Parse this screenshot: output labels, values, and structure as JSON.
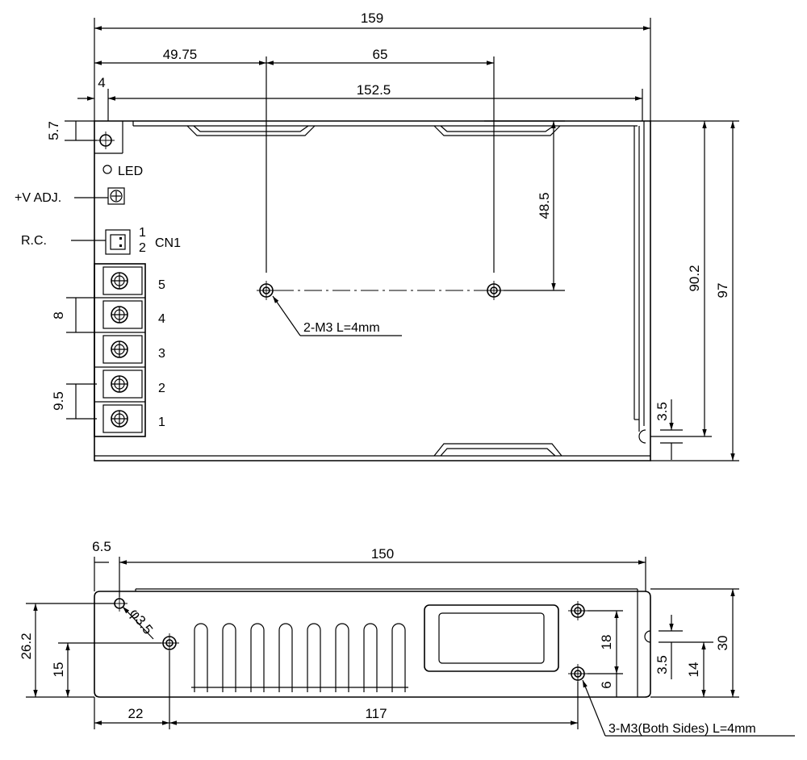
{
  "top_view": {
    "dims": {
      "overall_length": "159",
      "hole_x_offset": "49.75",
      "hole_spacing": "65",
      "inner_length": "152.5",
      "left_gap": "4",
      "top_hole_offset": "5.7",
      "hole_y_offset": "48.5",
      "inner_height": "90.2",
      "overall_height": "97",
      "slot_dim": "3.5",
      "terminal_pitch": "8",
      "terminal_offset": "9.5"
    },
    "labels": {
      "led": "LED",
      "v_adj": "+V ADJ.",
      "rc": "R.C.",
      "cn1": "CN1",
      "cn1_pin1": "1",
      "cn1_pin2": "2",
      "mount_note": "2-M3 L=4mm"
    },
    "terminals": [
      "5",
      "4",
      "3",
      "2",
      "1"
    ]
  },
  "side_view": {
    "dims": {
      "left_offset": "6.5",
      "length": "150",
      "hole_dia": "φ3.5",
      "height_to_hole": "26.2",
      "hole_height": "15",
      "bottom_offset": "22",
      "hole_spacing": "117",
      "vertical_spacing": "18",
      "slot_dim": "3.5",
      "bottom_hole_height": "14",
      "bottom_hole_offset": "6",
      "overall_height": "30"
    },
    "labels": {
      "mount_note": "3-M3(Both Sides) L=4mm"
    }
  }
}
